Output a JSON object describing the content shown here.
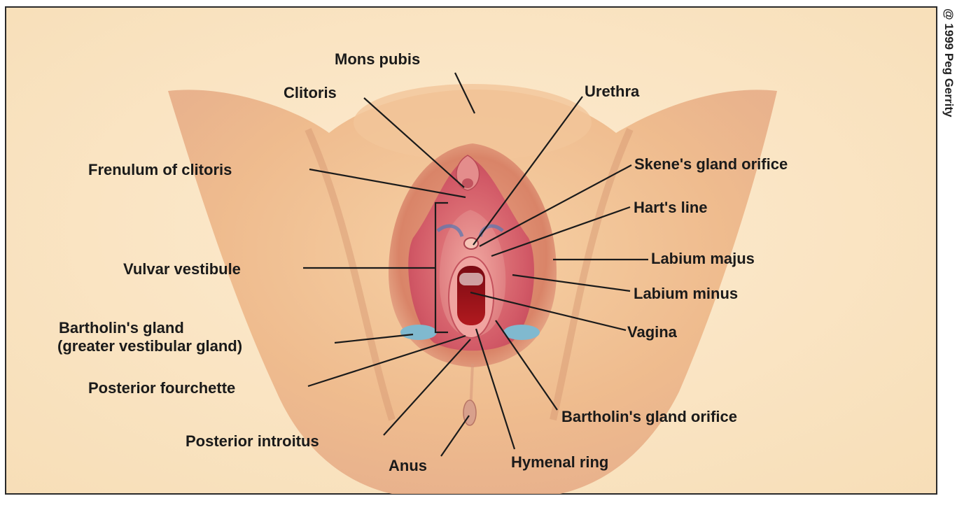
{
  "colors": {
    "background": "#fbe6c4",
    "skin": "#f0c193",
    "skin_shadow": "#d48a6b",
    "mucosa": "#d9606b",
    "vagina": "#a10f18",
    "gland": "#7fb8cf",
    "line": "#1b1b1b"
  },
  "copyright": "@ 1999 Peg Gerrity",
  "labels": {
    "mons_pubis": "Mons pubis",
    "clitoris": "Clitoris",
    "urethra": "Urethra",
    "frenulum": "Frenulum of clitoris",
    "skenes": "Skene's gland orifice",
    "harts": "Hart's line",
    "vestibule": "Vulvar vestibule",
    "labium_majus": "Labium majus",
    "labium_minus": "Labium minus",
    "bartholin_gland_1": "Bartholin's gland",
    "bartholin_gland_2": "(greater vestibular gland)",
    "vagina": "Vagina",
    "fourchette": "Posterior fourchette",
    "bartholin_orifice": "Bartholin's gland orifice",
    "introitus": "Posterior introitus",
    "anus": "Anus",
    "hymenal_ring": "Hymenal ring"
  }
}
